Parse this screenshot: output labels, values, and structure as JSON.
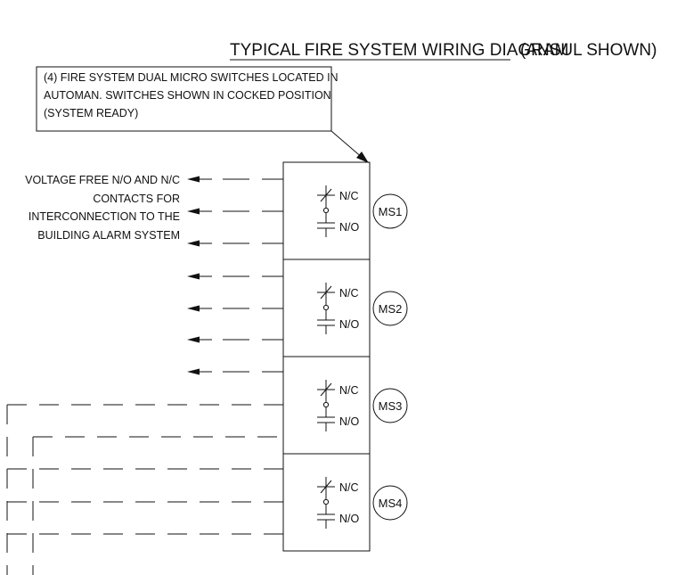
{
  "title": "TYPICAL FIRE SYSTEM WIRING DIAGRAM",
  "subtitle": "(ANSUL SHOWN)",
  "note": [
    "(4) FIRE SYSTEM DUAL MICRO SWITCHES LOCATED IN",
    "AUTOMAN. SWITCHES SHOWN IN COCKED POSITION",
    "(SYSTEM READY)"
  ],
  "side_label": [
    "VOLTAGE FREE N/O AND N/C",
    "CONTACTS FOR",
    "INTERCONNECTION TO THE",
    "BUILDING ALARM SYSTEM"
  ],
  "switches": [
    {
      "id": "MS1",
      "nc": "N/C",
      "no": "N/O"
    },
    {
      "id": "MS2",
      "nc": "N/C",
      "no": "N/O"
    },
    {
      "id": "MS3",
      "nc": "N/C",
      "no": "N/O"
    },
    {
      "id": "MS4",
      "nc": "N/C",
      "no": "N/O"
    }
  ]
}
